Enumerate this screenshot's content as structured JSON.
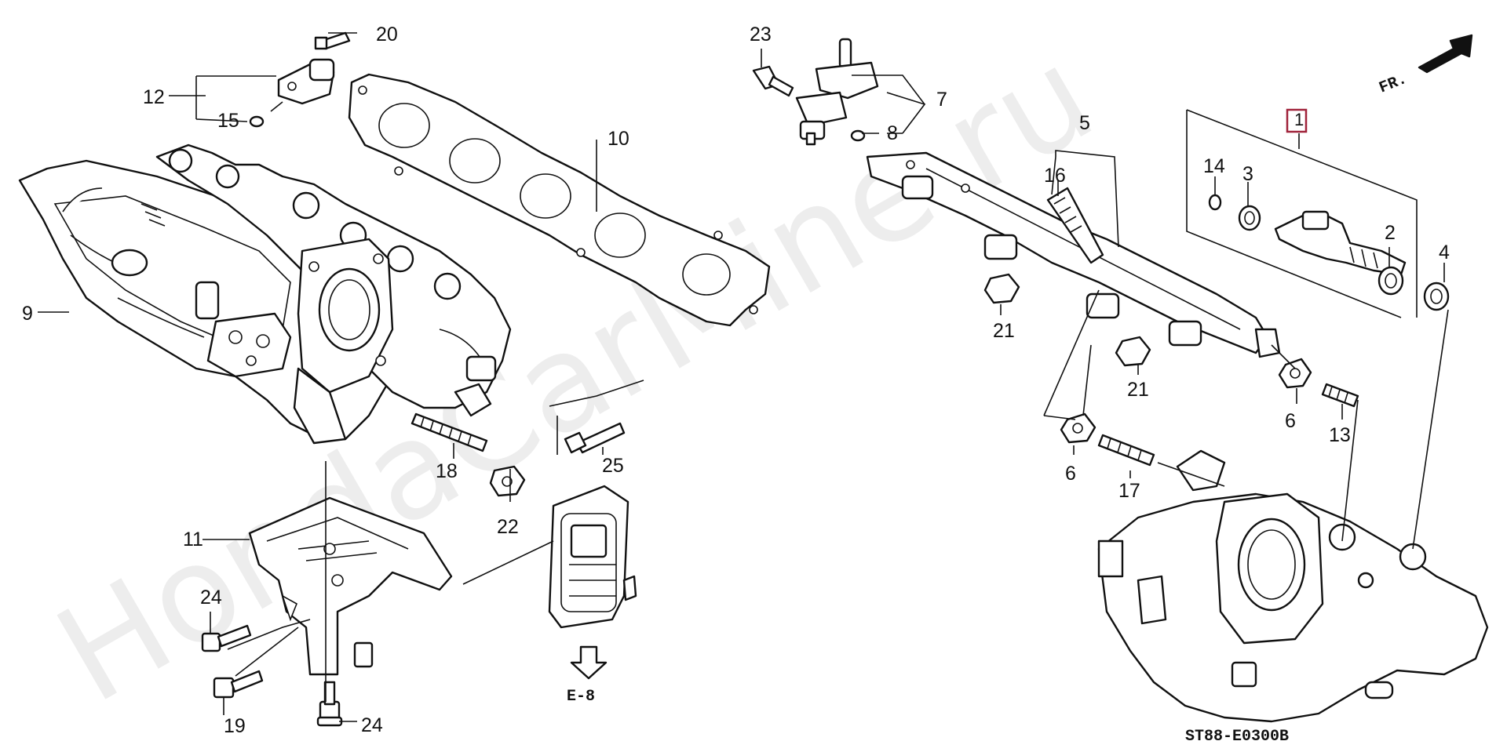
{
  "diagram": {
    "diagram_code": "ST88-E0300B",
    "direction_label": "FR.",
    "reference_label": "E-8",
    "highlighted_label": "1",
    "watermark": "HondaCarMine.ru",
    "callouts": {
      "c1": "1",
      "c2": "2",
      "c3": "3",
      "c4": "4",
      "c5": "5",
      "c6a": "6",
      "c6b": "6",
      "c7": "7",
      "c8": "8",
      "c9": "9",
      "c10": "10",
      "c11": "11",
      "c12": "12",
      "c13": "13",
      "c14": "14",
      "c15": "15",
      "c16": "16",
      "c17": "17",
      "c18": "18",
      "c19": "19",
      "c20": "20",
      "c21a": "21",
      "c21b": "21",
      "c22": "22",
      "c23": "23",
      "c24a": "24",
      "c24b": "24",
      "c25": "25"
    }
  }
}
